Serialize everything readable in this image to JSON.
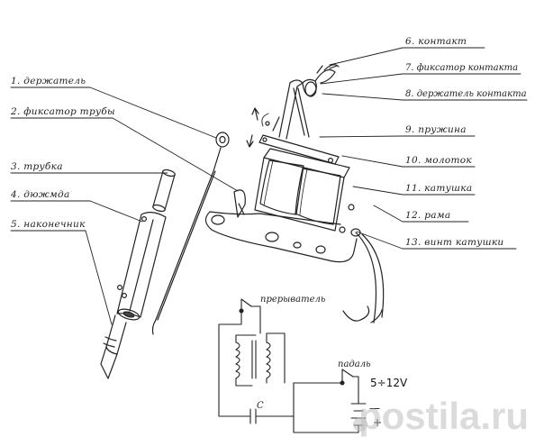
{
  "labels_left": [
    {
      "id": "holder",
      "text": "1. держатель"
    },
    {
      "id": "tube-lock",
      "text": "2. фиксатор трубы"
    },
    {
      "id": "tube",
      "text": "3. трубка"
    },
    {
      "id": "grip",
      "text": "4. дюжмда"
    },
    {
      "id": "tip",
      "text": "5. наконечник"
    }
  ],
  "labels_right": [
    {
      "id": "contact",
      "text": "6. контакт"
    },
    {
      "id": "contact-lock",
      "text": "7. фиксатор контакта"
    },
    {
      "id": "contact-holder",
      "text": "8. держатель контакта"
    },
    {
      "id": "spring",
      "text": "9. пружина"
    },
    {
      "id": "hammer",
      "text": "10. молоток"
    },
    {
      "id": "coil",
      "text": "11. катушка"
    },
    {
      "id": "frame",
      "text": "12. рама"
    },
    {
      "id": "coil-screw",
      "text": "13. винт катушки"
    }
  ],
  "schematic": {
    "interrupter": "прерыватель",
    "pedal": "падаль",
    "voltage": "5÷12V",
    "capacitor": "С",
    "minus": "—",
    "plus": "+"
  },
  "watermark": "postila.ru"
}
